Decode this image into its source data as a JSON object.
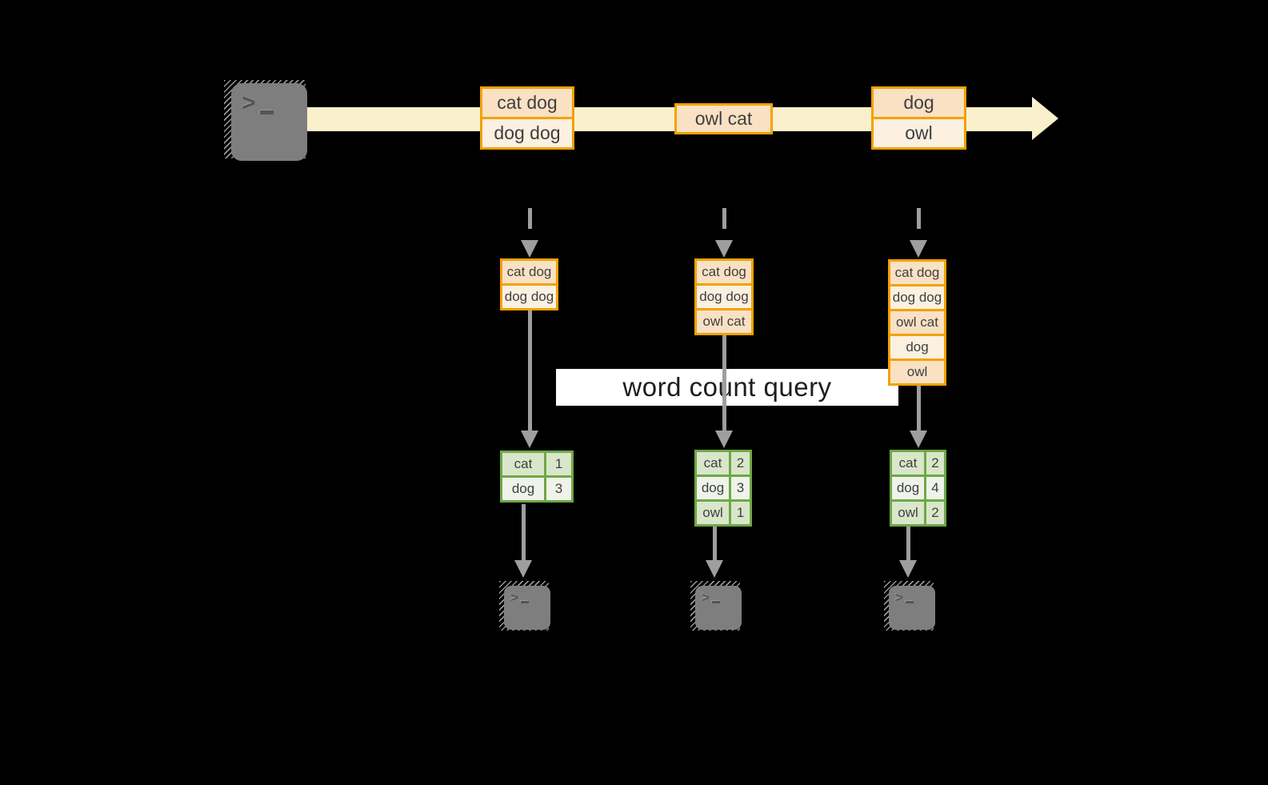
{
  "diagram": {
    "query_label": "word count query",
    "stream": {
      "batches": [
        {
          "rows": [
            "cat dog",
            "dog dog"
          ]
        },
        {
          "rows": [
            "owl cat"
          ]
        },
        {
          "rows": [
            "dog",
            "owl"
          ]
        }
      ]
    },
    "columns": [
      {
        "state_rows": [
          "cat dog",
          "dog dog"
        ],
        "counts": [
          {
            "word": "cat",
            "value": "1"
          },
          {
            "word": "dog",
            "value": "3"
          }
        ]
      },
      {
        "state_rows": [
          "cat dog",
          "dog dog",
          "owl cat"
        ],
        "counts": [
          {
            "word": "cat",
            "value": "2"
          },
          {
            "word": "dog",
            "value": "3"
          },
          {
            "word": "owl",
            "value": "1"
          }
        ]
      },
      {
        "state_rows": [
          "cat dog",
          "dog dog",
          "owl cat",
          "dog",
          "owl"
        ],
        "counts": [
          {
            "word": "cat",
            "value": "2"
          },
          {
            "word": "dog",
            "value": "4"
          },
          {
            "word": "owl",
            "value": "2"
          }
        ]
      }
    ],
    "icons": {
      "prompt_chevron": ">"
    },
    "colors": {
      "background": "#000000",
      "stream_band": "#FAF0CC",
      "box_border_orange": "#F2A200",
      "box_fill_peach": "#FAE1C4",
      "box_fill_cream": "#FCF0E1",
      "table_border_green": "#6FA847",
      "table_fill_green": "#D9E6CA",
      "table_fill_light": "#EFF3E9",
      "arrow_gray": "#9E9E9E",
      "terminal_gray": "#7E7E7E",
      "banner_white": "#FFFFFF",
      "text_dark": "#3F3F3F"
    }
  }
}
